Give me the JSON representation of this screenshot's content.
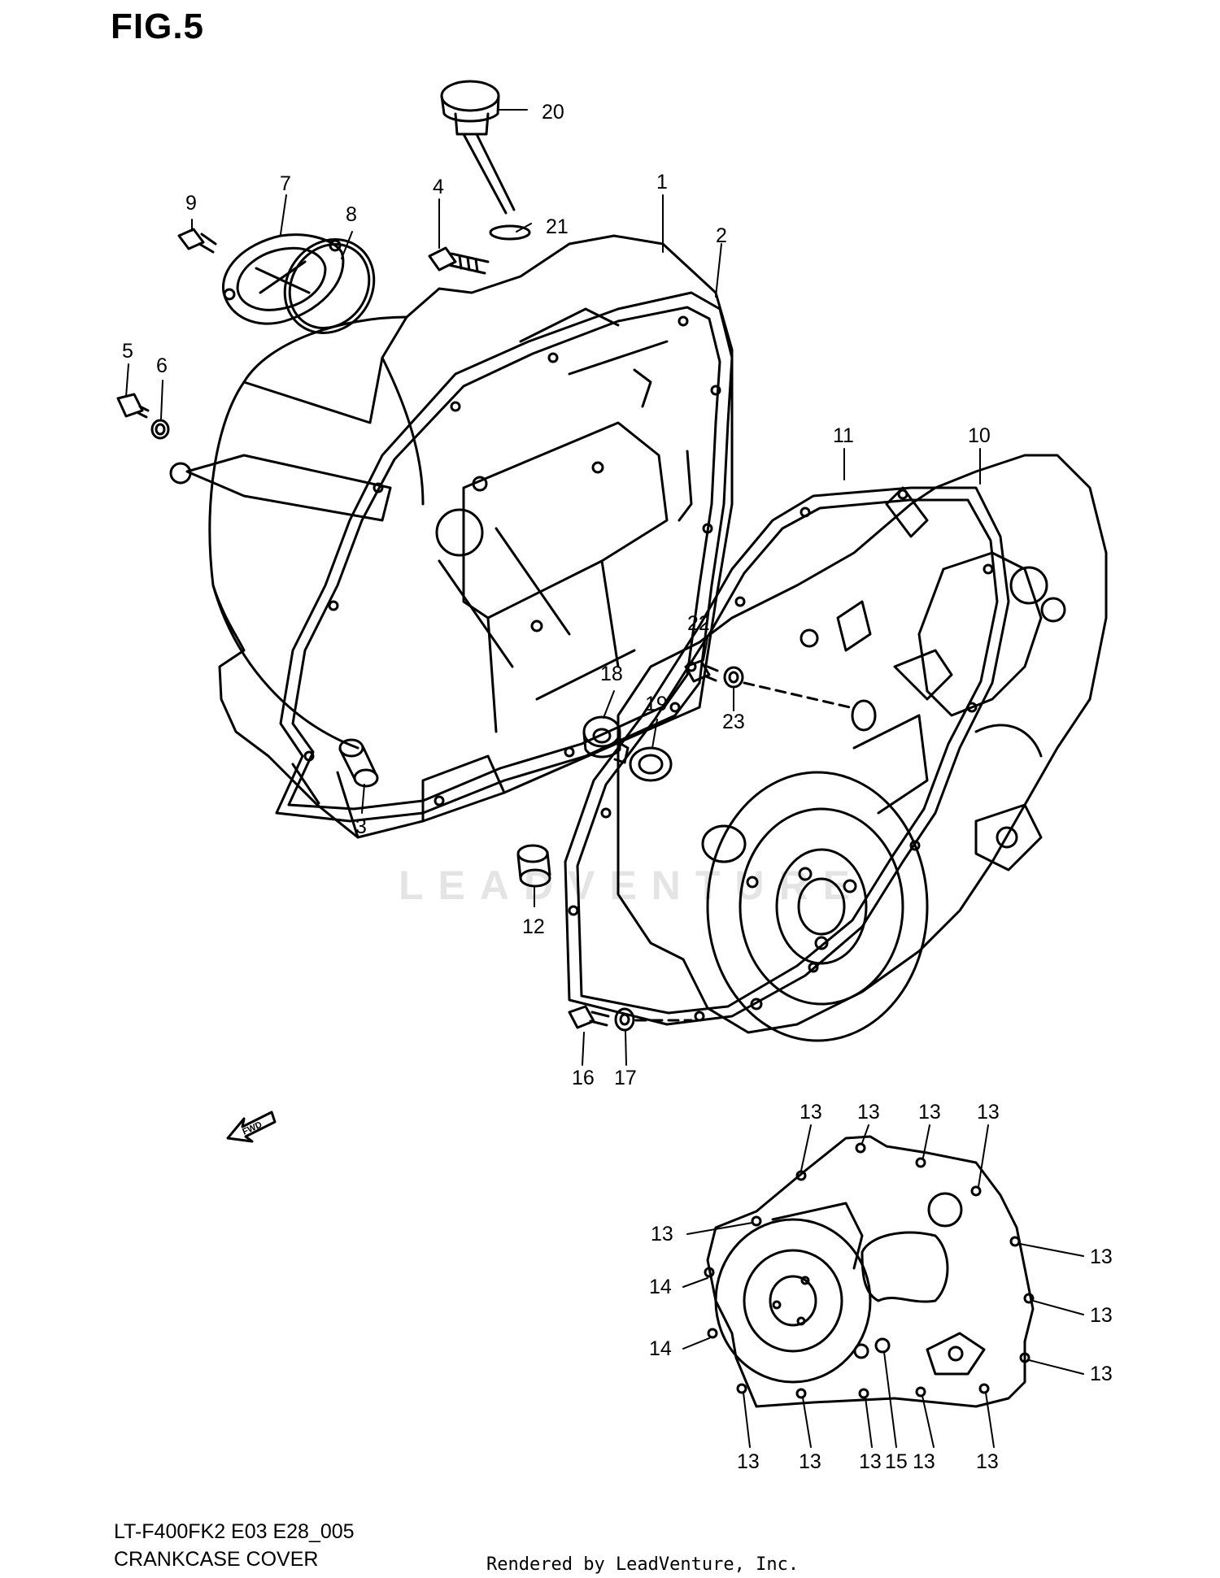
{
  "figure": {
    "title": "FIG.5"
  },
  "part_numbers": {
    "p1": "1",
    "p2": "2",
    "p3": "3",
    "p4": "4",
    "p5": "5",
    "p6": "6",
    "p7": "7",
    "p8": "8",
    "p9": "9",
    "p10": "10",
    "p11": "11",
    "p12": "12",
    "p13": "13",
    "p14": "14",
    "p15": "15",
    "p16": "16",
    "p17": "17",
    "p18": "18",
    "p19": "19",
    "p20": "20",
    "p21": "21",
    "p22": "22",
    "p23": "23"
  },
  "fwd_arrow": {
    "label": "FWD"
  },
  "footer": {
    "code": "LT-F400FK2 E03 E28_005",
    "name": "CRANKCASE COVER",
    "rendered_by": "Rendered by LeadVenture, Inc."
  },
  "watermark": "LEADVENTURE"
}
